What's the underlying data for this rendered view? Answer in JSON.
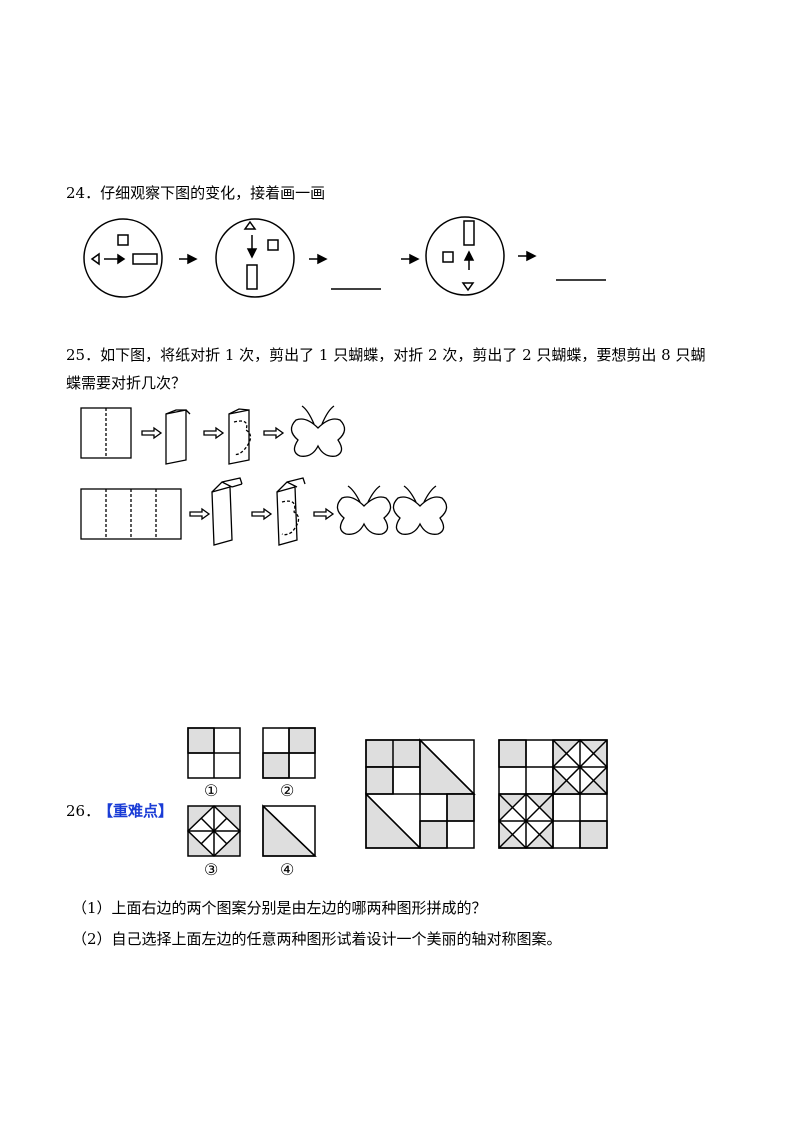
{
  "q24": {
    "text": "24．仔细观察下图的变化，接着画一画"
  },
  "q25": {
    "line1": "25．如下图，将纸对折 1 次，剪出了 1 只蝴蝶，对折 2 次，剪出了 2 只蝴蝶，要想剪出 8 只蝴",
    "line2": "蝶需要对折几次？"
  },
  "q26": {
    "number": "26．",
    "tag": "【重难点】",
    "labels": [
      "①",
      "②",
      "③",
      "④"
    ],
    "sub1": "（1）上面右边的两个图案分别是由左边的哪两种图形拼成的？",
    "sub2": "（2）自己选择上面左边的任意两种图形试着设计一个美丽的轴对称图案。"
  },
  "colors": {
    "shade": "#dedede",
    "tag": "#1a3cd6"
  }
}
